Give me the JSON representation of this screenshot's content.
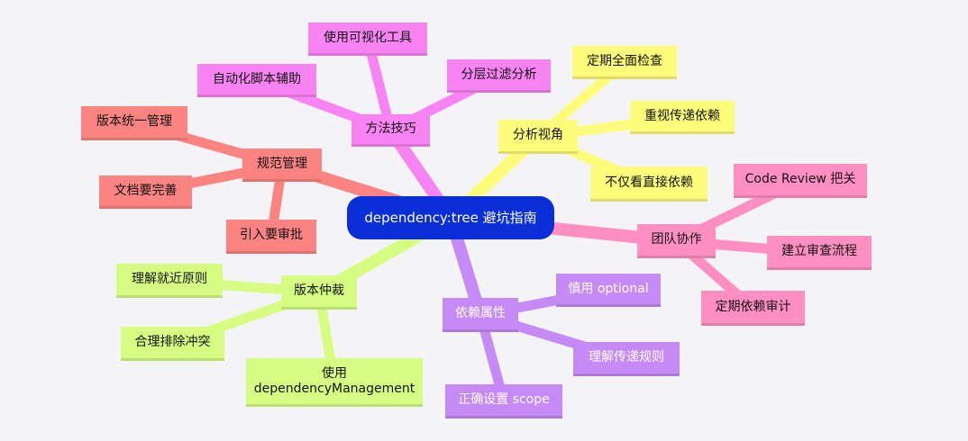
{
  "root": {
    "label": "dependency:tree 避坑指南",
    "color": "#0a2fd8"
  },
  "branches": [
    {
      "key": "methods",
      "label": "方法技巧",
      "color": "#f884f3",
      "children": [
        "使用可视化工具",
        "分层过滤分析",
        "自动化脚本辅助"
      ]
    },
    {
      "key": "perspective",
      "label": "分析视角",
      "color": "#fdfc7a",
      "children": [
        "定期全面检查",
        "重视传递依赖",
        "不仅看直接依赖"
      ]
    },
    {
      "key": "teamwork",
      "label": "团队协作",
      "color": "#ff8fc3",
      "children": [
        "Code Review 把关",
        "建立审查流程",
        "定期依赖审计"
      ]
    },
    {
      "key": "attributes",
      "label": "依赖属性",
      "color": "#c58af5",
      "children": [
        "慎用 optional",
        "理解传递规则",
        "正确设置 scope"
      ]
    },
    {
      "key": "arbitration",
      "label": "版本仲裁",
      "color": "#d7fc82",
      "children": [
        "理解就近原则",
        "合理排除冲突",
        "使用 dependencyManagement"
      ]
    },
    {
      "key": "standards",
      "label": "规范管理",
      "color": "#fb8483",
      "children": [
        "版本统一管理",
        "文档要完善",
        "引入要审批"
      ]
    }
  ]
}
